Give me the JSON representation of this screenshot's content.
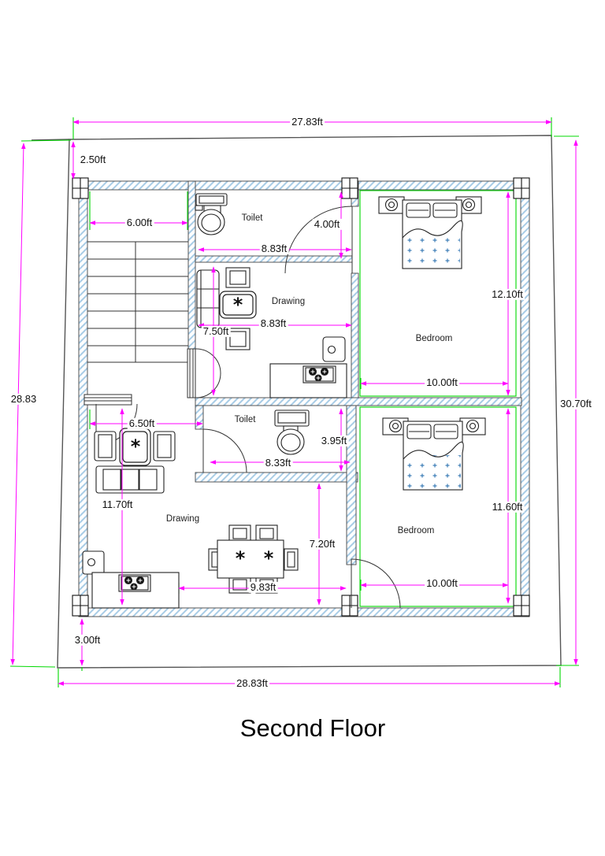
{
  "title": "Second Floor",
  "unit": "ft",
  "colors": {
    "dimension_line": "#ff00ff",
    "extension_line": "#00d800",
    "wall_hatch": "#a8cce6",
    "drawing_line": "#2b2b2b",
    "bed_fabric_dots": "#3f7fb8"
  },
  "icons": {
    "plant_glyph": "*"
  },
  "plot": {
    "width_top": "27.83ft",
    "width_bottom": "28.83ft",
    "height_left": "28.83",
    "height_right": "30.70ft",
    "setback_top_left": "2.50ft",
    "setback_bottom_left": "3.00ft"
  },
  "rooms": {
    "stairwell": {
      "width": "6.00ft"
    },
    "toilet_upper": {
      "label": "Toilet",
      "width": "8.83ft",
      "height": "4.00ft"
    },
    "drawing_upper": {
      "label": "Drawing",
      "width": "8.83ft",
      "height": "7.50ft"
    },
    "bedroom_upper": {
      "label": "Bedroom",
      "width": "10.00ft",
      "height": "12.10ft"
    },
    "toilet_middle": {
      "label": "Toilet",
      "width": "8.33ft",
      "height": "3.95ft"
    },
    "drawing_lower": {
      "label": "Drawing",
      "height": "11.70ft",
      "entry_width": "6.50ft"
    },
    "dining_area": {
      "width": "9.83ft",
      "height": "7.20ft"
    },
    "bedroom_lower": {
      "label": "Bedroom",
      "width": "10.00ft",
      "height": "11.60ft"
    }
  }
}
